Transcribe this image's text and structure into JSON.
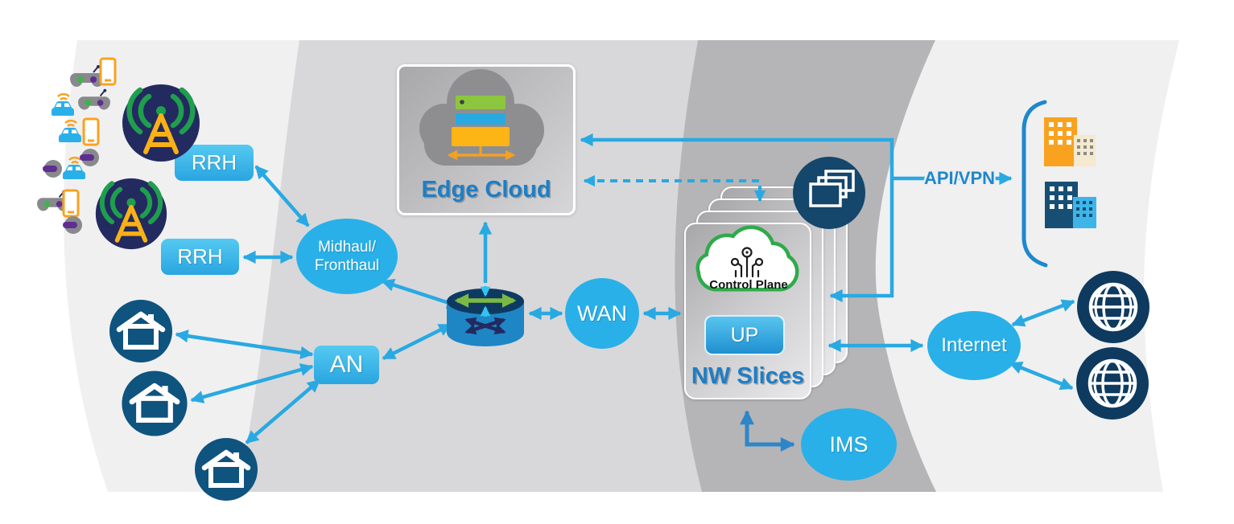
{
  "colors": {
    "blue": "#29a9e2",
    "deepblue": "#2e86c8",
    "nodeblue": "#29b0e8",
    "navy": "#232a60",
    "housenavy": "#0f537f",
    "globenavy": "#0e3a5f",
    "framesnavy": "#15466b",
    "greenborder": "#2faa4a",
    "greenwave": "#1f9e4d",
    "greenbar": "#8cc63f",
    "yellowbar": "#fdb515",
    "antenna": "#f9b116",
    "orange": "#f9a21f",
    "textblue": "#1e7ec5",
    "apiblue": "#1e88cc",
    "bandlight": "#f0f0f1",
    "bandmid": "#d8d8da",
    "banddark": "#b5b5b7",
    "switchbody": "#1e86c4",
    "switchtop": "#0e3a62",
    "devicegray": "#87898c",
    "purple": "#5f2e91"
  },
  "nodes": {
    "rrh1": "RRH",
    "rrh2": "RRH",
    "midhaul_line1": "Midhaul/",
    "midhaul_line2": "Fronthaul",
    "an": "AN",
    "edge_cloud": "Edge Cloud",
    "wan": "WAN",
    "control_plane": "Control Plane",
    "up": "UP",
    "nw_slices": "NW Slices",
    "ims": "IMS",
    "internet": "Internet",
    "api_vpn": "API/VPN"
  }
}
